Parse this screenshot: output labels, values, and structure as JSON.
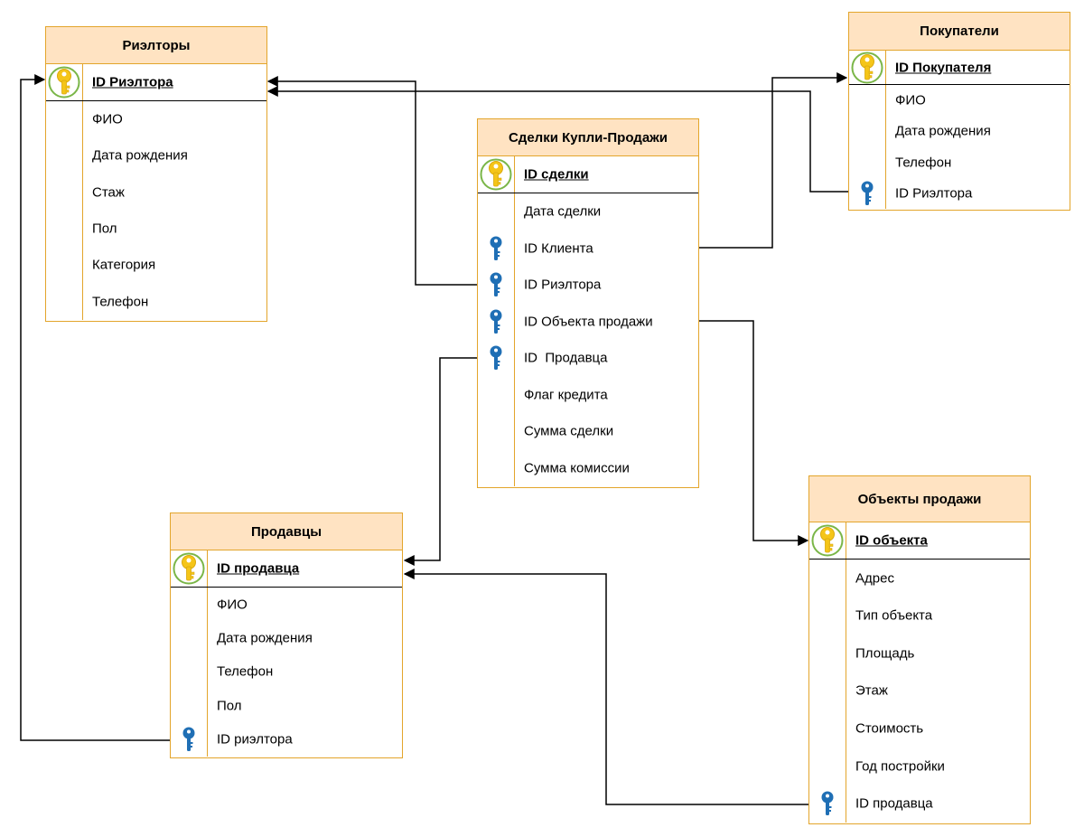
{
  "entities": {
    "realtors": {
      "title": "Риэлторы",
      "pk": "ID Риэлтора",
      "fields": [
        "ФИО",
        "Дата рождения",
        "Стаж",
        "Пол",
        "Категория",
        "Телефон"
      ]
    },
    "buyers": {
      "title": "Покупатели",
      "pk": "ID Покупателя",
      "fields": [
        "ФИО",
        "Дата рождения",
        "Телефон",
        "ID Риэлтора"
      ]
    },
    "deals": {
      "title": "Сделки Купли-Продажи",
      "pk": "ID сделки",
      "fields": [
        "Дата сделки",
        "ID Клиента",
        "ID Риэлтора",
        "ID Объекта продажи",
        "ID  Продавца",
        "Флаг кредита",
        "Сумма сделки",
        "Сумма комиссии"
      ]
    },
    "sellers": {
      "title": "Продавцы",
      "pk": "ID продавца",
      "fields": [
        "ФИО",
        "Дата рождения",
        "Телефон",
        "Пол",
        "ID риэлтора"
      ]
    },
    "objects": {
      "title": "Объекты продажи",
      "pk": "ID объекта",
      "fields": [
        "Адрес",
        "Тип объекта",
        "Площадь",
        "Этаж",
        "Стоимость",
        "Год постройки",
        "ID продавца"
      ]
    }
  },
  "icons": {
    "primary_key": "gold-key-icon",
    "foreign_key": "blue-key-icon"
  },
  "colors": {
    "border": "#e3a52b",
    "header_fill": "#ffe3c2",
    "pk_key": "#f5c518",
    "pk_ring": "#7ab648",
    "fk_key": "#1f6fb5",
    "connector": "#000000"
  }
}
